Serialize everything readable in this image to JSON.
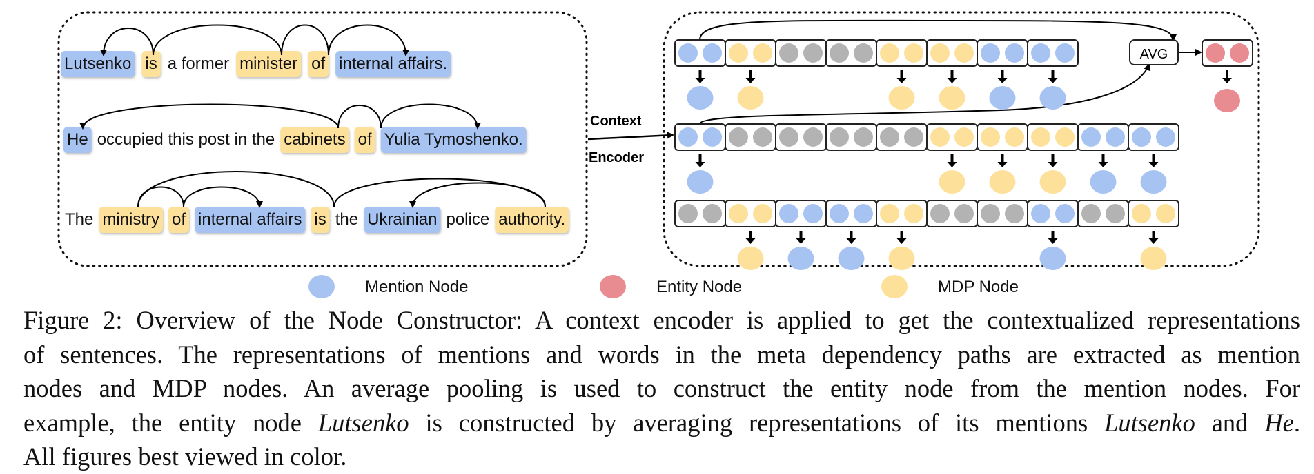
{
  "figure": {
    "sentences": [
      {
        "tokens": [
          {
            "text": "Lutsenko",
            "hl": "blue"
          },
          {
            "text": "is",
            "hl": "yellow"
          },
          {
            "text": "a former",
            "hl": "none"
          },
          {
            "text": "minister",
            "hl": "yellow"
          },
          {
            "text": "of",
            "hl": "yellow"
          },
          {
            "text": "internal affairs.",
            "hl": "blue"
          }
        ]
      },
      {
        "tokens": [
          {
            "text": "He",
            "hl": "blue"
          },
          {
            "text": "occupied this post in the",
            "hl": "none"
          },
          {
            "text": "cabinets",
            "hl": "yellow"
          },
          {
            "text": "of",
            "hl": "yellow"
          },
          {
            "text": "Yulia Tymoshenko.",
            "hl": "blue"
          }
        ]
      },
      {
        "tokens": [
          {
            "text": "The",
            "hl": "none"
          },
          {
            "text": "ministry",
            "hl": "yellow"
          },
          {
            "text": "of",
            "hl": "yellow"
          },
          {
            "text": "internal affairs",
            "hl": "blue"
          },
          {
            "text": "is",
            "hl": "yellow"
          },
          {
            "text": "the",
            "hl": "none"
          },
          {
            "text": "Ukrainian",
            "hl": "blue"
          },
          {
            "text": "police",
            "hl": "none"
          },
          {
            "text": "authority.",
            "hl": "yellow"
          }
        ]
      }
    ],
    "encoder_label_line1": "Context",
    "encoder_label_line2": "Encoder",
    "avg_label": "AVG",
    "rows": [
      {
        "cells": [
          "blue",
          "yellow",
          "gray",
          "gray",
          "yellow",
          "yellow",
          "blue",
          "blue"
        ],
        "nodes": [
          true,
          true,
          false,
          false,
          true,
          true,
          true,
          true
        ]
      },
      {
        "cells": [
          "blue",
          "gray",
          "gray",
          "gray",
          "gray",
          "yellow",
          "yellow",
          "yellow",
          "blue",
          "blue"
        ],
        "nodes": [
          true,
          false,
          false,
          false,
          false,
          true,
          true,
          true,
          true,
          true
        ]
      },
      {
        "cells": [
          "gray",
          "yellow",
          "blue",
          "blue",
          "yellow",
          "gray",
          "gray",
          "blue",
          "gray",
          "yellow"
        ],
        "nodes": [
          false,
          true,
          true,
          true,
          true,
          false,
          false,
          true,
          false,
          true
        ]
      }
    ],
    "entity_cell_color": "red",
    "colors": {
      "blue": "#a6c3f2",
      "yellow": "#fde19a",
      "gray": "#b3b3b3",
      "red": "#e88c91"
    },
    "legend": [
      {
        "label": "Mention Node",
        "color": "blue"
      },
      {
        "label": "Entity Node",
        "color": "red"
      },
      {
        "label": "MDP Node",
        "color": "yellow"
      }
    ]
  },
  "caption": {
    "line1": "Figure 2: Overview of the Node Constructor: A context encoder is applied to get the contextualized representations",
    "line2": "of sentences. The representations of mentions and words in the meta dependency paths are extracted as mention",
    "line3": "nodes and MDP nodes. An average pooling is used to construct the entity node from the mention nodes. For",
    "line4_a": "example, the entity node ",
    "line4_b": "Lutsenko",
    "line4_c": " is constructed by averaging representations of its mentions ",
    "line4_d": "Lutsenko",
    "line4_e": " and ",
    "line4_f": "He",
    "line4_g": ".",
    "line5": "All figures best viewed in color."
  }
}
